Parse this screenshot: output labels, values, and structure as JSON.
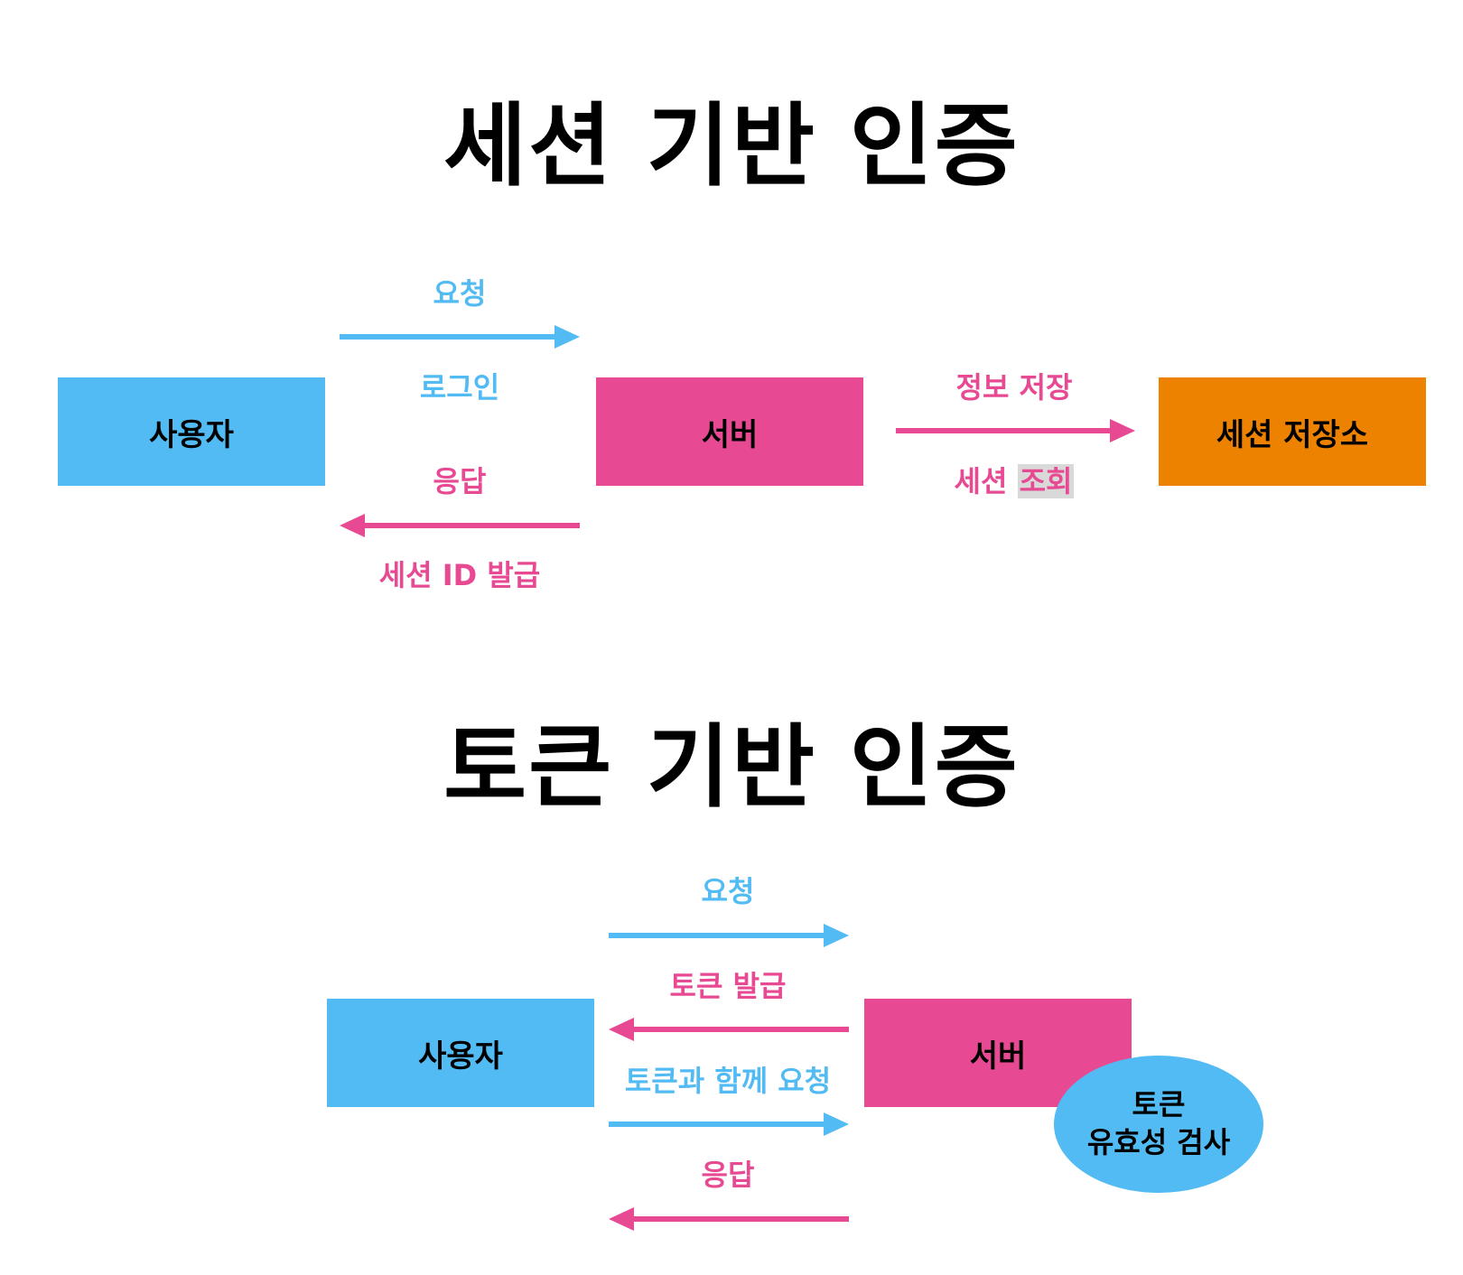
{
  "colors": {
    "blue": "#52bbf3",
    "pink": "#e74a93",
    "orange": "#ed8200"
  },
  "session": {
    "title": "세션 기반 인증",
    "nodes": {
      "user": "사용자",
      "server": "서버",
      "store": "세션 저장소"
    },
    "labels": {
      "request": "요청",
      "login": "로그인",
      "response": "응답",
      "issue_session_id": "세션 ID 발급",
      "save_info": "정보 저장",
      "session_lookup_prefix": "세션",
      "session_lookup_highlight": "조회"
    }
  },
  "token": {
    "title": "토큰 기반 인증",
    "nodes": {
      "user": "사용자",
      "server": "서버",
      "validate_line1": "토큰",
      "validate_line2": "유효성 검사"
    },
    "labels": {
      "request": "요청",
      "issue_token": "토큰 발급",
      "request_with_token": "토큰과 함께 요청",
      "response": "응답"
    }
  }
}
